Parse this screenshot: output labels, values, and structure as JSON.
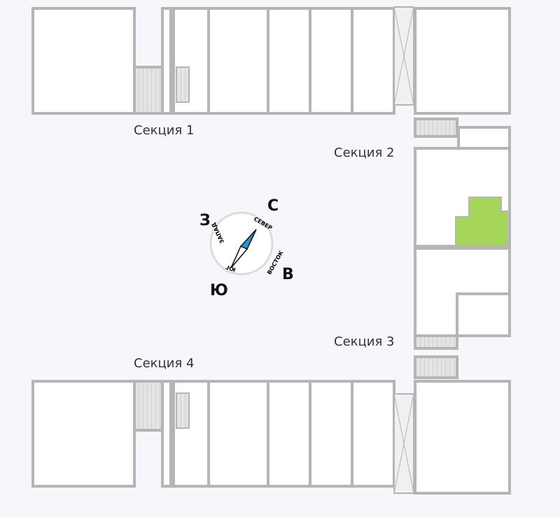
{
  "sections": [
    {
      "label": "Секция 1"
    },
    {
      "label": "Секция 2"
    },
    {
      "label": "Секция 3"
    },
    {
      "label": "Секция 4"
    }
  ],
  "compass": {
    "north_big": "С",
    "west_big": "З",
    "east_big": "В",
    "south_big": "Ю",
    "north_ring": "СЕВЕР",
    "west_ring": "ЗАПАД",
    "east_ring": "ВОСТОК",
    "south_ring": "ЮГ"
  },
  "colors": {
    "wall": "#b5b5b5",
    "room": "#ffffff",
    "highlight": "#a5d65a",
    "needle": "#1f9ad6"
  }
}
